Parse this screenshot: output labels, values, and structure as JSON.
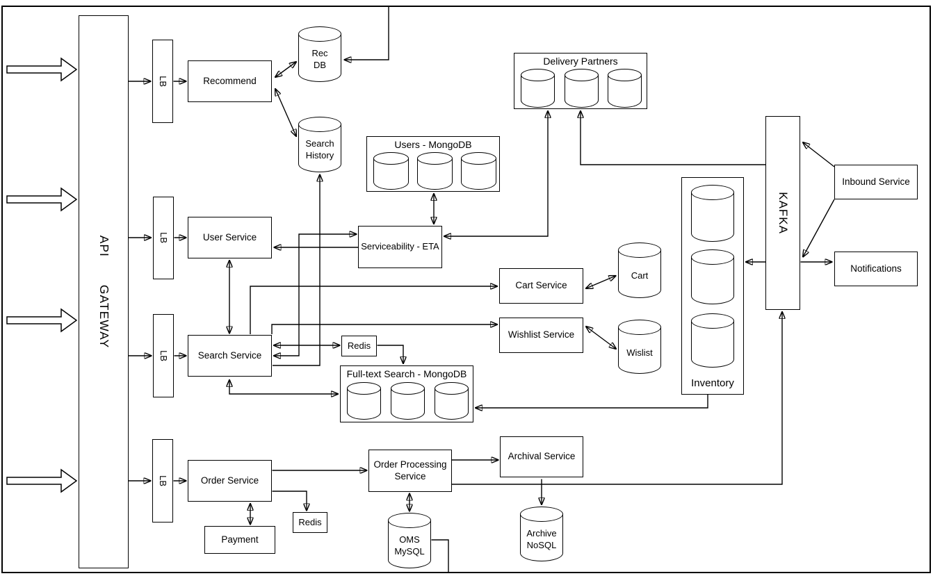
{
  "nodes": {
    "api_gateway": {
      "line1": "API",
      "line2": "GATEWAY"
    },
    "lb1": {
      "label": "LB"
    },
    "lb2": {
      "label": "LB"
    },
    "lb3": {
      "label": "LB"
    },
    "lb4": {
      "label": "LB"
    },
    "recommend": {
      "label": "Recommend"
    },
    "user_service": {
      "label": "User Service"
    },
    "search_service": {
      "label": "Search Service"
    },
    "order_service": {
      "label": "Order Service"
    },
    "serviceability_eta": {
      "label": "Serviceability - ETA"
    },
    "cart_service": {
      "label": "Cart Service"
    },
    "wishlist_service": {
      "label": "Wishlist Service"
    },
    "redis_search": {
      "label": "Redis"
    },
    "redis_order": {
      "label": "Redis"
    },
    "kafka": {
      "label": "KAFKA"
    },
    "inbound_service": {
      "label": "Inbound Service"
    },
    "notifications": {
      "label": "Notifications"
    },
    "order_processing_service": {
      "label": "Order Processing Service"
    },
    "archival_service": {
      "label": "Archival Service"
    },
    "payment": {
      "label": "Payment"
    }
  },
  "datastores": {
    "rec_db": {
      "label": "Rec DB"
    },
    "search_history": {
      "label": "Search History"
    },
    "users_mongodb": {
      "title": "Users - MongoDB"
    },
    "delivery_partners": {
      "title": "Delivery Partners"
    },
    "fulltext_search_mongodb": {
      "title": "Full-text Search - MongoDB"
    },
    "inventory": {
      "title": "Inventory"
    },
    "cart_db": {
      "label": "Cart"
    },
    "wishlist_db": {
      "label": "Wislist"
    },
    "oms_mysql": {
      "label": "OMS MySQL"
    },
    "archive_nosql": {
      "label": "Archive NoSQL"
    }
  }
}
